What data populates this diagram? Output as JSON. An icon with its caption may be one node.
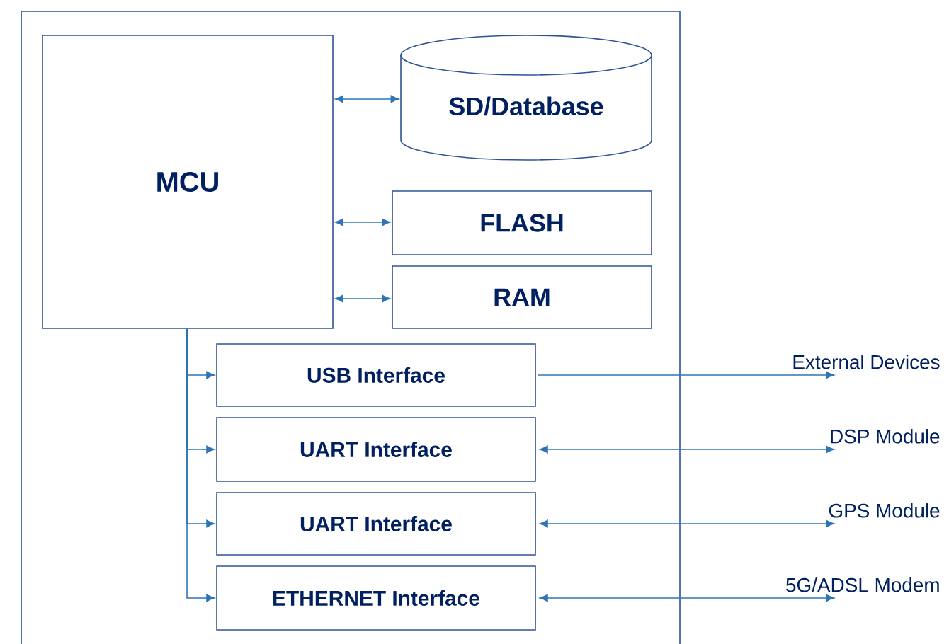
{
  "diagram": {
    "nodes": [
      {
        "text": [
          "MCU"
        ]
      },
      {
        "text": [
          "SD/Database"
        ]
      },
      {
        "text": [
          "FLASH"
        ]
      },
      {
        "text": [
          "RAM"
        ]
      },
      {
        "text": [
          "USB Interface"
        ]
      },
      {
        "text": [
          "UART Interface"
        ]
      },
      {
        "text": [
          "UART Interface"
        ]
      },
      {
        "text": [
          "ETHERNET Interface"
        ]
      },
      {
        "text": [
          "External Devices"
        ]
      },
      {
        "text": [
          "DSP Module"
        ]
      },
      {
        "text": [
          "GPS Module"
        ]
      },
      {
        "text": [
          "5G/ADSL Modem"
        ]
      }
    ],
    "edges": [
      {
        "from": 0,
        "to": 1,
        "arrow": "both"
      },
      {
        "from": 0,
        "to": 2,
        "arrow": "both"
      },
      {
        "from": 0,
        "to": 3,
        "arrow": "both"
      },
      {
        "from": 0,
        "to": 4,
        "arrow": "to"
      },
      {
        "from": 0,
        "to": 5,
        "arrow": "to"
      },
      {
        "from": 0,
        "to": 6,
        "arrow": "to"
      },
      {
        "from": 0,
        "to": 7,
        "arrow": "to"
      },
      {
        "from": 4,
        "to": 8,
        "arrow": "to"
      },
      {
        "from": 5,
        "to": 9,
        "arrow": "both"
      },
      {
        "from": 6,
        "to": 10,
        "arrow": "both"
      },
      {
        "from": 7,
        "to": 11,
        "arrow": "both"
      }
    ]
  }
}
